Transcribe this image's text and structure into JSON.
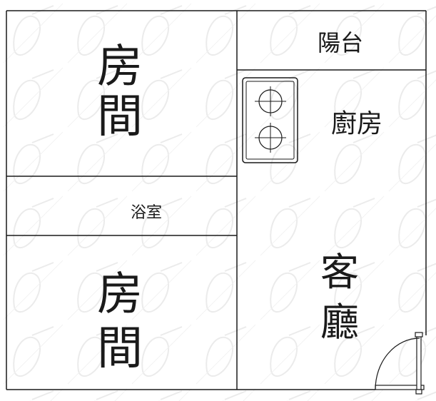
{
  "rooms": {
    "bedroom_top": "房間",
    "bedroom_bottom": "房間",
    "bathroom": "浴室",
    "balcony": "陽台",
    "kitchen": "廚房",
    "living_room": "客廳"
  },
  "icons": [
    "stove-icon",
    "door-swing-icon"
  ],
  "colors": {
    "wall": "#1a1a1a",
    "background": "#ffffff",
    "watermark": "#ebebeb"
  }
}
